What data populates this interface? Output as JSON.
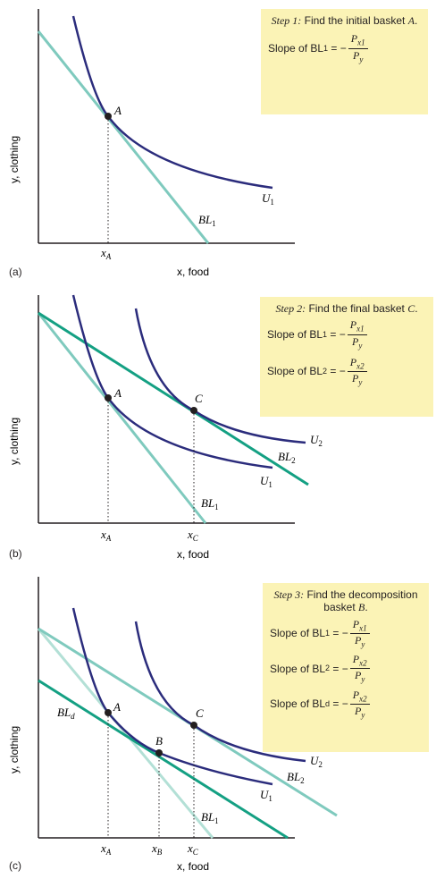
{
  "panels": [
    {
      "letter": "(a)",
      "y_axis_label": "y, clothing",
      "x_axis_label": "x, food",
      "tick_labels": {
        "xA": "x",
        "xA_sub": "A"
      },
      "point_labels": {
        "A": "A"
      },
      "curve_labels": {
        "BL1": "BL",
        "BL1_sub": "1",
        "U1": "U",
        "U1_sub": "1"
      },
      "box": {
        "step_italic": "Step 1:",
        "step_text": "Find the initial basket",
        "step_tail": "A",
        "slopes": [
          {
            "label": "Slope of BL",
            "sub": "1",
            "num": "P",
            "num_sub": "x1",
            "den": "P",
            "den_sub": "y"
          }
        ]
      }
    },
    {
      "letter": "(b)",
      "y_axis_label": "y, clothing",
      "x_axis_label": "x, food",
      "tick_labels": {
        "xA": "x",
        "xA_sub": "A",
        "xC": "x",
        "xC_sub": "C"
      },
      "point_labels": {
        "A": "A",
        "C": "C"
      },
      "curve_labels": {
        "BL1": "BL",
        "BL1_sub": "1",
        "BL2": "BL",
        "BL2_sub": "2",
        "U1": "U",
        "U1_sub": "1",
        "U2": "U",
        "U2_sub": "2"
      },
      "box": {
        "step_italic": "Step 2:",
        "step_text": "Find the final basket",
        "step_tail": "C",
        "slopes": [
          {
            "label": "Slope of BL",
            "sub": "1",
            "num": "P",
            "num_sub": "x1",
            "den": "P",
            "den_sub": "y"
          },
          {
            "label": "Slope of BL",
            "sub": "2",
            "num": "P",
            "num_sub": "x2",
            "den": "P",
            "den_sub": "y"
          }
        ]
      }
    },
    {
      "letter": "(c)",
      "y_axis_label": "y, clothing",
      "x_axis_label": "x, food",
      "tick_labels": {
        "xA": "x",
        "xA_sub": "A",
        "xB": "x",
        "xB_sub": "B",
        "xC": "x",
        "xC_sub": "C"
      },
      "point_labels": {
        "A": "A",
        "B": "B",
        "C": "C"
      },
      "curve_labels": {
        "BL1": "BL",
        "BL1_sub": "1",
        "BL2": "BL",
        "BL2_sub": "2",
        "BLd": "BL",
        "BLd_sub": "d",
        "U1": "U",
        "U1_sub": "1",
        "U2": "U",
        "U2_sub": "2"
      },
      "box": {
        "step_italic": "Step 3:",
        "step_text": "Find the decomposition basket",
        "step_tail": "B",
        "slopes": [
          {
            "label": "Slope of BL",
            "sub": "1",
            "num": "P",
            "num_sub": "x1",
            "den": "P",
            "den_sub": "y"
          },
          {
            "label": "Slope of BL",
            "sub": "2",
            "num": "P",
            "num_sub": "x2",
            "den": "P",
            "den_sub": "y"
          },
          {
            "label": "Slope of BL",
            "sub": "d",
            "num": "P",
            "num_sub": "x2",
            "den": "P",
            "den_sub": "y"
          }
        ]
      }
    }
  ],
  "colors": {
    "indifference_curve": "#2b2c7c",
    "budget_line_1": "#7fcabe",
    "budget_line_2": "#14a083",
    "budget_line_1_faded": "#b3e0d6",
    "box_fill": "#fbf3b6",
    "axis": "#231f20"
  }
}
